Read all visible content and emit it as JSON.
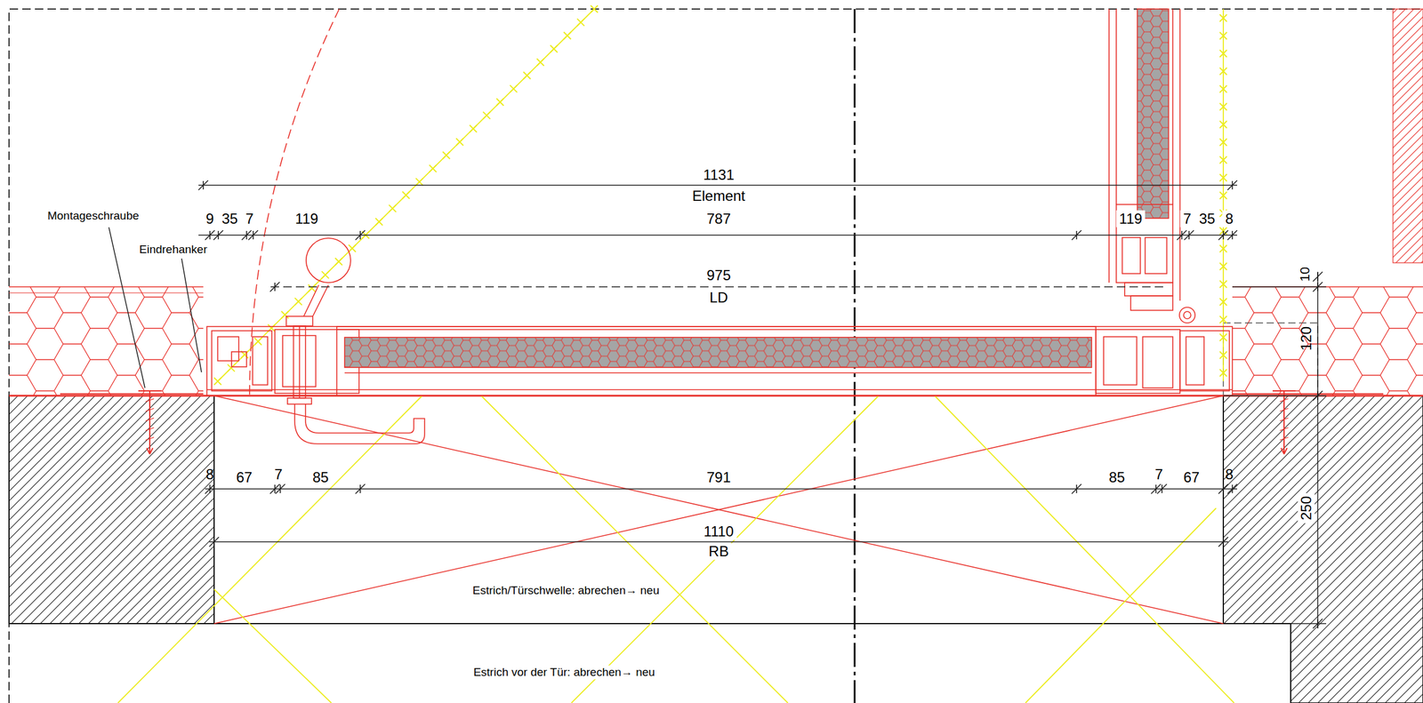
{
  "diagram": {
    "labels": [
      "1131",
      "Element",
      "Montageschraube",
      "9",
      "35",
      "7",
      "119",
      "787",
      "119",
      "7",
      "35",
      "8",
      "Eindrehanker",
      "975",
      "LD",
      "10",
      "120",
      "8",
      "67",
      "7",
      "85",
      "791",
      "85",
      "7",
      "67",
      "8",
      "1110",
      "RB",
      "250",
      "Estrich/Türschwelle: abrechen→ neu",
      "Estrich vor der Tür: abrechen→ neu"
    ]
  }
}
